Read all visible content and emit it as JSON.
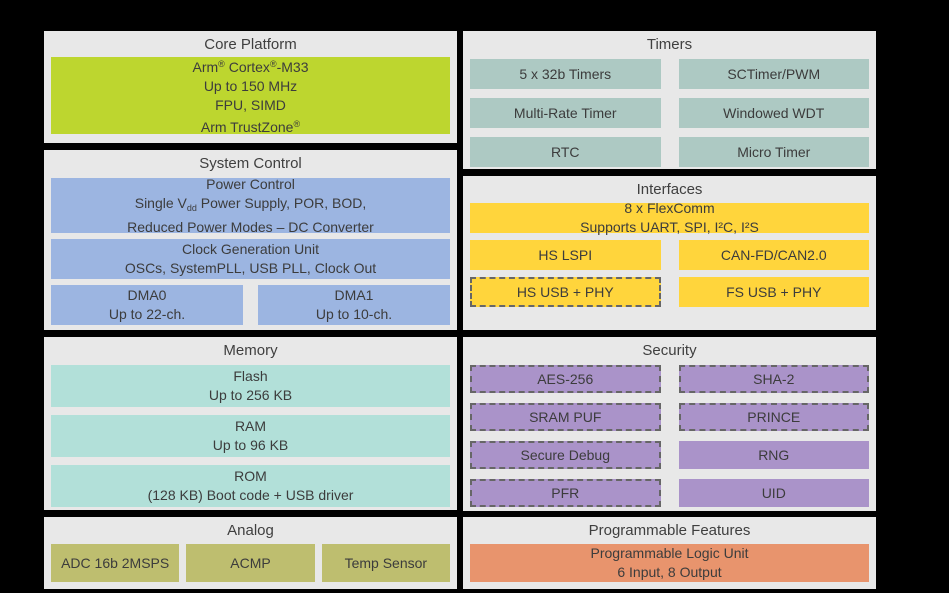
{
  "palette": {
    "background": "#000000",
    "panel_fill": "#E8E8E8",
    "text": "#3C3C3C",
    "core_green": "#BDD62F",
    "system_blue": "#9CB5E1",
    "memory_teal": "#B2E0D9",
    "timers_teal": "#ADC9C3",
    "interfaces_yellow": "#FFD53C",
    "security_purple": "#AA93C9",
    "analog_olive": "#BEBE6F",
    "programmable_orange": "#E8946D",
    "dashed_border": "#666666"
  },
  "sections": {
    "core_platform": {
      "title": "Core Platform",
      "chip": {
        "line1": {
          "pre": "Arm",
          "r1": "®",
          "mid": " Cortex",
          "r2": "®",
          "post": "-M33"
        },
        "line2": "Up to 150 MHz",
        "line3": "FPU, SIMD",
        "line4": {
          "pre": "Arm TrustZone",
          "r": "®"
        }
      }
    },
    "system_control": {
      "title": "System Control",
      "power": {
        "line1": "Power Control",
        "line2_pre": "Single V",
        "line2_sub": "dd",
        "line2_post": " Power Supply, POR, BOD,",
        "line3": "Reduced Power Modes – DC Converter"
      },
      "clock": {
        "line1": "Clock Generation Unit",
        "line2": "OSCs, SystemPLL, USB PLL, Clock Out"
      },
      "dma0": {
        "line1": "DMA0",
        "line2": "Up to 22-ch."
      },
      "dma1": {
        "line1": "DMA1",
        "line2": "Up to 10-ch."
      }
    },
    "memory": {
      "title": "Memory",
      "flash": {
        "line1": "Flash",
        "line2": "Up to 256 KB"
      },
      "ram": {
        "line1": "RAM",
        "line2": "Up to 96 KB"
      },
      "rom": {
        "line1": "ROM",
        "line2": "(128 KB) Boot code + USB driver"
      }
    },
    "analog": {
      "title": "Analog",
      "items": [
        "ADC 16b 2MSPS",
        "ACMP",
        "Temp Sensor"
      ]
    },
    "timers": {
      "title": "Timers",
      "items": [
        "5 x 32b Timers",
        "SCTimer/PWM",
        "Multi-Rate Timer",
        "Windowed WDT",
        "RTC",
        "Micro Timer"
      ]
    },
    "interfaces": {
      "title": "Interfaces",
      "flexcomm": {
        "line1": "8 x FlexComm",
        "line2": "Supports UART, SPI, I²C, I²S"
      },
      "items": [
        {
          "label": "HS LSPI",
          "border": "solid"
        },
        {
          "label": "CAN-FD/CAN2.0",
          "border": "solid"
        },
        {
          "label": "HS USB + PHY",
          "border": "dashed"
        },
        {
          "label": "FS USB + PHY",
          "border": "solid"
        }
      ]
    },
    "security": {
      "title": "Security",
      "items": [
        {
          "label": "AES-256",
          "border": "dashed"
        },
        {
          "label": "SHA-2",
          "border": "dashed"
        },
        {
          "label": "SRAM PUF",
          "border": "dashed"
        },
        {
          "label": "PRINCE",
          "border": "dashed"
        },
        {
          "label": "Secure Debug",
          "border": "dashed"
        },
        {
          "label": "RNG",
          "border": "solid"
        },
        {
          "label": "PFR",
          "border": "dashed"
        },
        {
          "label": "UID",
          "border": "solid"
        }
      ]
    },
    "programmable": {
      "title": "Programmable Features",
      "plu": {
        "line1": "Programmable Logic Unit",
        "line2": "6 Input, 8 Output"
      }
    }
  }
}
